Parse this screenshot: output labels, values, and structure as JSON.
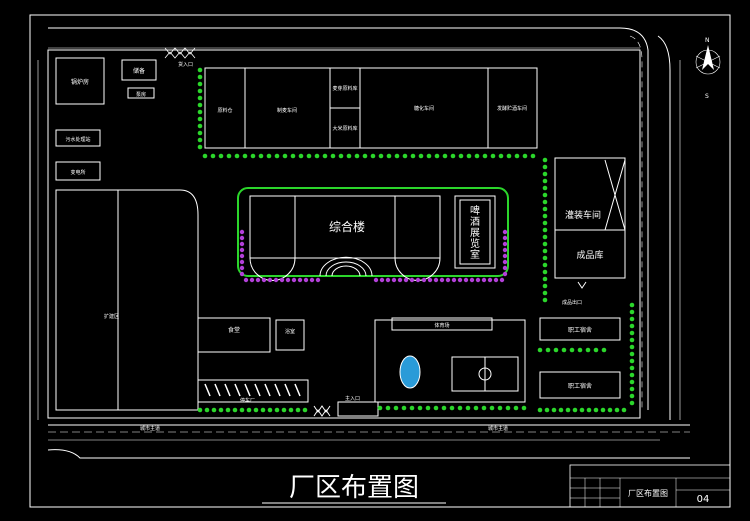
{
  "drawing": {
    "title": "厂区布置图",
    "sheet_no": "04",
    "title_block_name": "厂区布置图"
  },
  "labels": {
    "boiler_room": "锅炉房",
    "warehouse": "储备",
    "pump": "泵房",
    "sewage": "污水处理站",
    "substation": "变电所",
    "north_gate": "货入口",
    "raw_store": "原料仓",
    "malt_workshop": "制麦车间",
    "saccharify": "糖化车间",
    "ferment_cellar": "发酵贮酒车间",
    "malt_store": "麦芽原料库",
    "rice_store": "大米原料库",
    "office": "综合楼",
    "beer_hall_chars": [
      "啤",
      "酒",
      "展",
      "览",
      "室"
    ],
    "bottling": "灌装车间",
    "product_store": "成品库",
    "goods_exit": "成品出口",
    "expansion": "扩建区",
    "canteen": "食堂",
    "bathhouse": "浴室",
    "field": "体育场",
    "dorm1": "职工宿舍",
    "dorm2": "职工宿舍",
    "parking": "停车厂",
    "main_gate": "主入口",
    "road_left": "城市主道",
    "road_right": "城市主道",
    "north": "N",
    "south": "S"
  },
  "colors": {
    "line": "#ffffff",
    "tree": "#2bd62b",
    "flower": "#b340d9",
    "water": "#2a9bd8",
    "accent": "#ffff66"
  }
}
